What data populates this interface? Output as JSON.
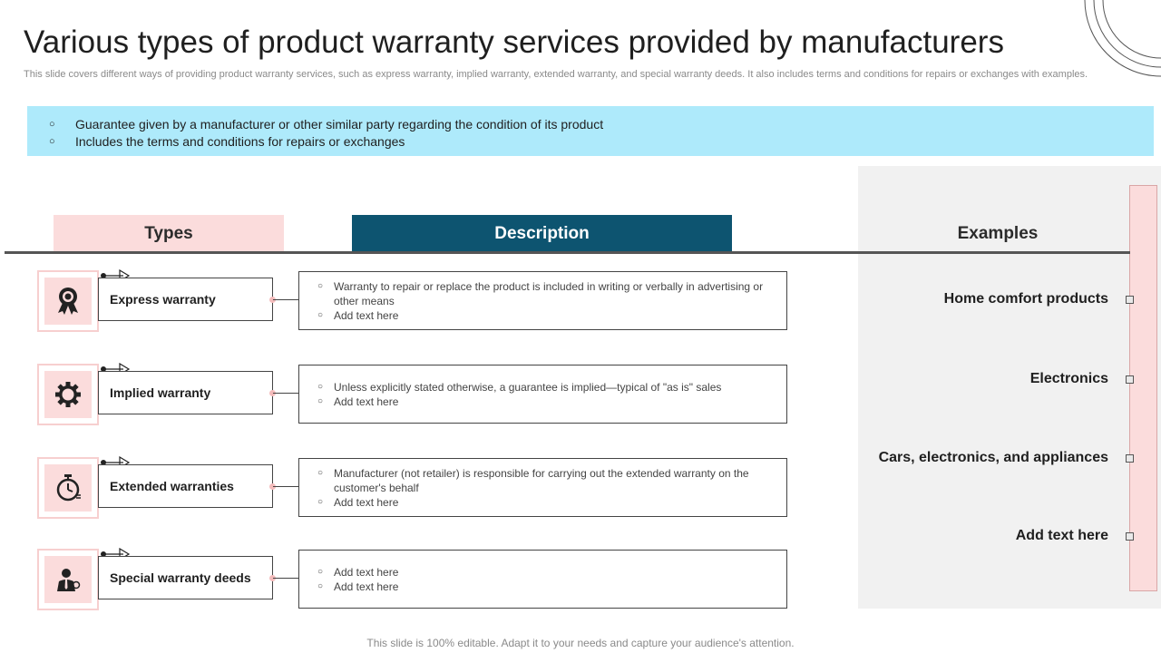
{
  "title": "Various types of product warranty services provided by manufacturers",
  "subtitle": "This slide covers different ways of providing product warranty services, such as express warranty, implied warranty, extended warranty,  and special warranty deeds. It also includes terms and conditions for repairs or exchanges with examples.",
  "highlight": {
    "items": [
      "Guarantee given by a manufacturer or other similar  party regarding the condition of its product",
      "Includes the terms and conditions for repairs or exchanges"
    ]
  },
  "headers": {
    "types": "Types",
    "description": "Description",
    "examples": "Examples"
  },
  "rows": [
    {
      "icon": "award-ribbon-icon",
      "type": "Express warranty",
      "description": [
        "Warranty to repair or replace the product is included in writing or verbally  in advertising  or other means",
        "Add text here"
      ]
    },
    {
      "icon": "gear-icon",
      "type": "Implied warranty",
      "description": [
        "Unless explicitly stated otherwise,  a guarantee  is implied—typical of \"as is\" sales",
        "Add text here"
      ]
    },
    {
      "icon": "stopwatch-icon",
      "type": "Extended warranties",
      "description": [
        "Manufacturer  (not retailer)  is responsible  for carrying out the extended warranty on the customer's behalf",
        "Add text here"
      ]
    },
    {
      "icon": "businessman-icon",
      "type": "Special warranty deeds",
      "description": [
        "Add text here",
        "Add text here"
      ]
    }
  ],
  "examples": [
    "Home comfort products",
    "Electronics",
    "Cars, electronics, and appliances",
    "Add text here"
  ],
  "footer": "This slide is 100% editable. Adapt it to your needs and capture your audience's attention.",
  "colors": {
    "accent_dark_teal": "#0d5470",
    "light_blue": "#aeeafb",
    "light_pink": "#fbdcdc",
    "panel_gray": "#f1f1f1"
  }
}
